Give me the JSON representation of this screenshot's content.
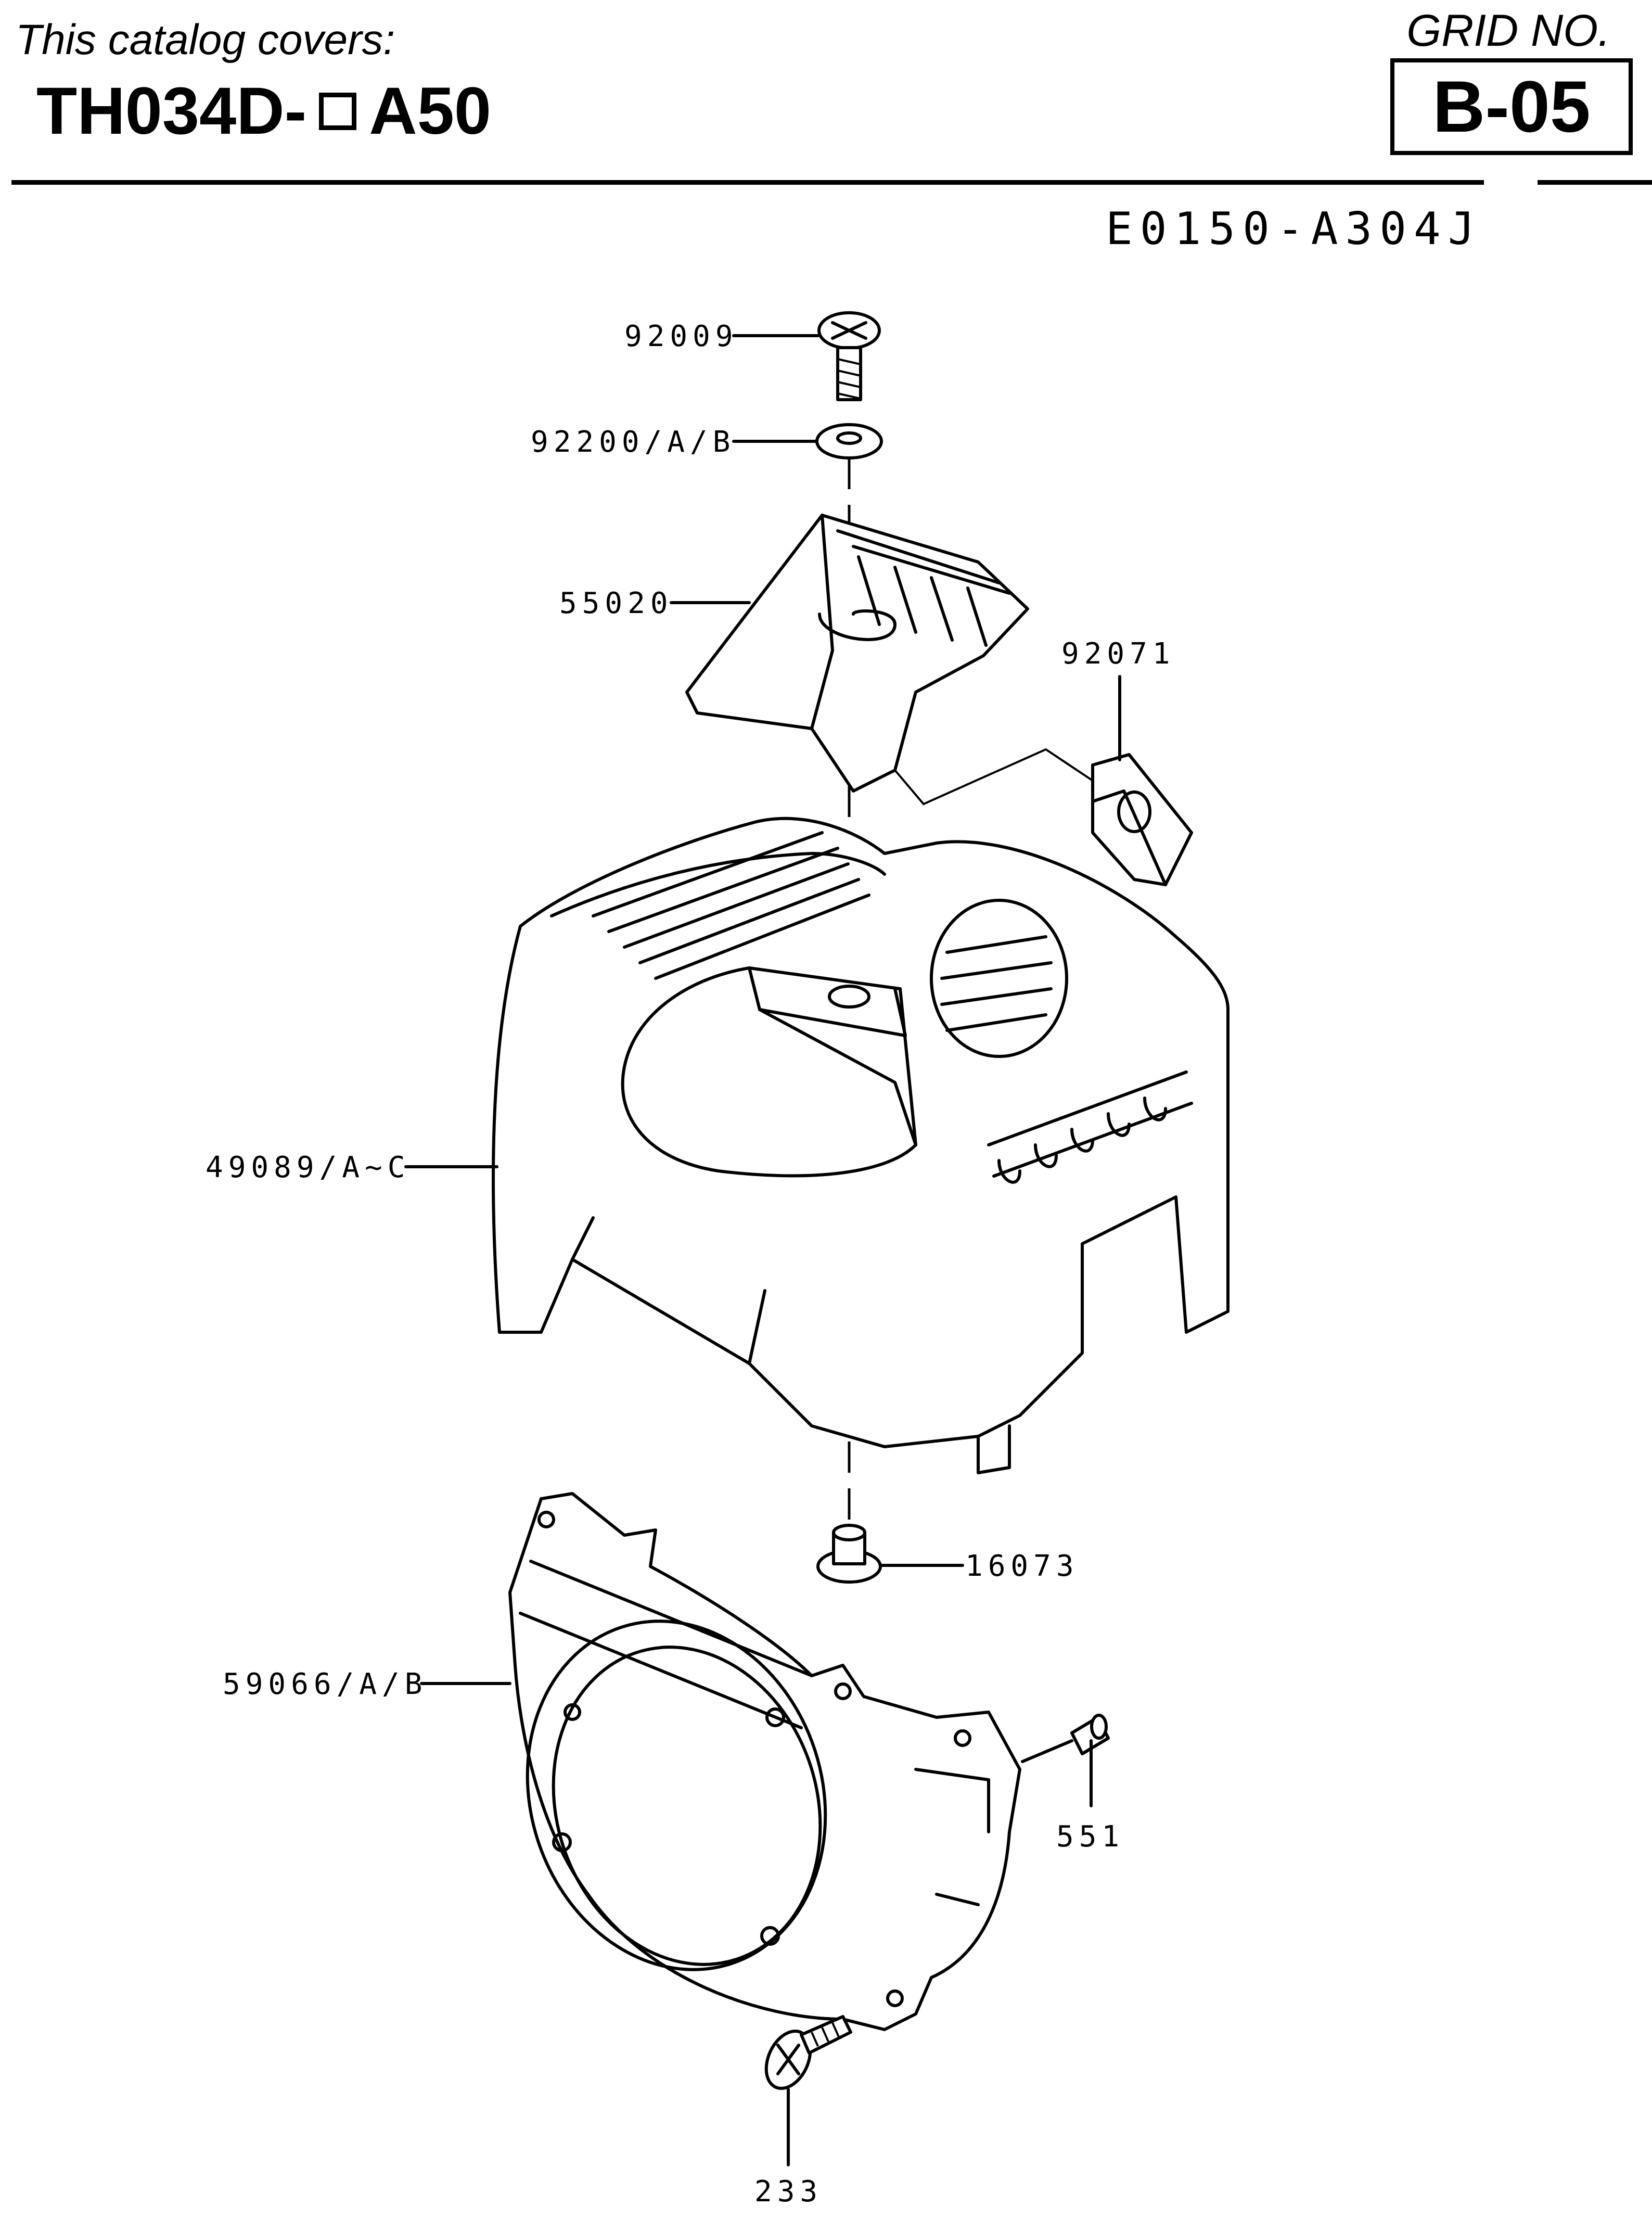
{
  "header": {
    "covers_label": "This catalog covers:",
    "model_prefix": "TH034D-",
    "model_box_icon": "checkbox-square-icon",
    "model_suffix": "A50",
    "grid_label": "GRID NO.",
    "grid_value": "B-05"
  },
  "diagram": {
    "reference_code": "E0150-A304J",
    "parts": [
      {
        "id": "p1",
        "number": "92009",
        "icon": "screw-icon"
      },
      {
        "id": "p2",
        "number": "92200/A/B",
        "icon": "washer-icon"
      },
      {
        "id": "p3",
        "number": "55020",
        "icon": "vent-cover-icon"
      },
      {
        "id": "p4",
        "number": "92071",
        "icon": "clip-icon"
      },
      {
        "id": "p5",
        "number": "49089/A~C",
        "icon": "engine-cover-icon"
      },
      {
        "id": "p6",
        "number": "16073",
        "icon": "grommet-icon"
      },
      {
        "id": "p7",
        "number": "59066/A/B",
        "icon": "fan-housing-icon"
      },
      {
        "id": "p8",
        "number": "551",
        "icon": "pin-icon"
      },
      {
        "id": "p9",
        "number": "233",
        "icon": "bolt-icon"
      }
    ]
  }
}
